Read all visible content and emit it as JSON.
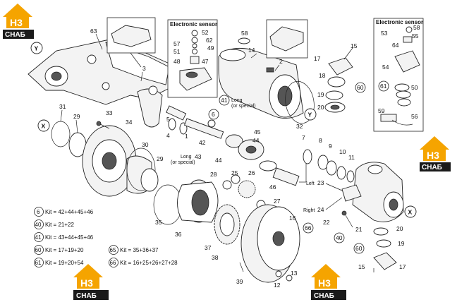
{
  "inset_titles": {
    "sensor_left": "Electronic sensor",
    "sensor_right": "Electronic sensor"
  },
  "axis_marks": {
    "y": "Y",
    "x": "X"
  },
  "callouts": {
    "c1": "1",
    "c2": "2",
    "c3": "3",
    "c4": "4",
    "c5": "5",
    "c6": "6",
    "c7": "7",
    "c8": "8",
    "c9": "9",
    "c10": "10",
    "c11": "11",
    "c12": "12",
    "c13": "13",
    "c14": "14",
    "c15a": "15",
    "c15b": "15",
    "c16": "16",
    "c17a": "17",
    "c17b": "17",
    "c18": "18",
    "c19a": "19",
    "c19b": "19",
    "c20a": "20",
    "c20b": "20",
    "c21": "21",
    "c22": "22",
    "c23": "23",
    "c24": "24",
    "c25": "25",
    "c26": "26",
    "c27": "27",
    "c28": "28",
    "c29a": "29",
    "c29b": "29",
    "c30": "30",
    "c31": "31",
    "c32": "32",
    "c33": "33",
    "c34": "34",
    "c35": "35",
    "c36": "36",
    "c37": "37",
    "c38": "38",
    "c39": "39",
    "c40a": "40",
    "c40b": "40",
    "c41a": "41",
    "c41b": "41",
    "c42": "42",
    "c43": "43",
    "c44a": "44",
    "c44b": "44",
    "c45": "45",
    "c46": "46",
    "c47": "47",
    "c48": "48",
    "c49": "49",
    "c50": "50",
    "c51": "51",
    "c52": "52",
    "c53": "53",
    "c54": "54",
    "c55": "55",
    "c56": "56",
    "c57": "57",
    "c58a": "58",
    "c58b": "58",
    "c59": "59",
    "c60a": "60",
    "c60b": "60",
    "c61a": "61",
    "c61b": "61",
    "c62": "62",
    "c63": "63",
    "c64": "64",
    "c65": "65",
    "c66": "66",
    "c6b": "6"
  },
  "notes": {
    "long_special_1": "Long",
    "long_special_1b": "(or special)",
    "long_special_2": "Long",
    "long_special_2b": "(or special)",
    "left": "Left",
    "right": "Right"
  },
  "kits": [
    {
      "num": "6",
      "text": "Kit = 42+44+45+46"
    },
    {
      "num": "40",
      "text": "Kit = 21+22"
    },
    {
      "num": "41",
      "text": "Kit = 43+44+45+46"
    },
    {
      "num": "60",
      "text": "Kit = 17+19+20"
    },
    {
      "num": "61",
      "text": "Kit = 19+20+54"
    }
  ],
  "kits_right": [
    {
      "num": "65",
      "text": "Kit = 35+36+37"
    },
    {
      "num": "66",
      "text": "Kit = 16+25+26+27+28"
    }
  ],
  "logo": {
    "line1": "H3",
    "line2": "СНАБ",
    "color": "#f5a400"
  }
}
